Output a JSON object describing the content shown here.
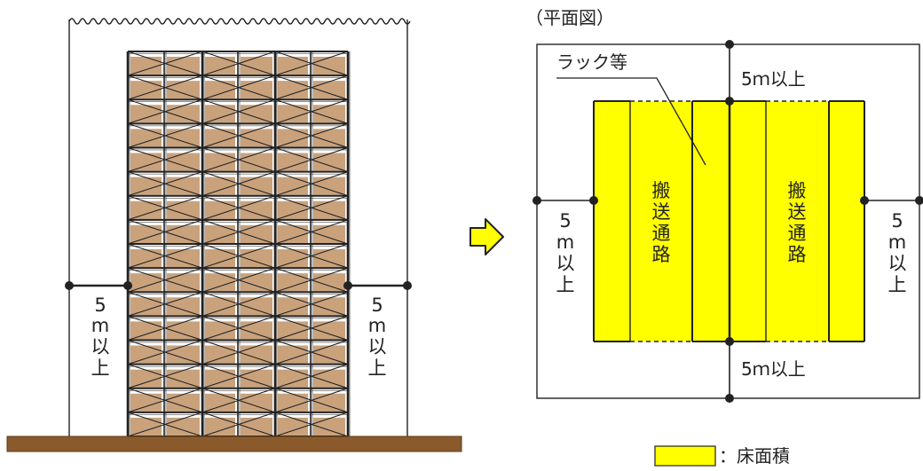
{
  "elevation": {
    "dim_left": [
      "5",
      "m",
      "以",
      "上"
    ],
    "dim_right": [
      "5",
      "m",
      "以",
      "上"
    ]
  },
  "plan": {
    "title": "（平面図）",
    "rack_label": "ラック等",
    "top_dim": "5ｍ以上",
    "bottom_dim": "5ｍ以上",
    "left_dim": [
      "5",
      "m",
      "以",
      "上"
    ],
    "right_dim": [
      "5",
      "m",
      "以",
      "上"
    ],
    "aisle_left": [
      "搬",
      "送",
      "通",
      "路"
    ],
    "aisle_right": [
      "搬",
      "送",
      "通",
      "路"
    ]
  },
  "legend": {
    "label": "：床面積"
  },
  "colors": {
    "floor_area": "#ffff00",
    "box": "#c9a27c",
    "ground": "#8a5a2c",
    "line": "#222222"
  },
  "icons": {
    "arrow": "right-arrow-icon"
  }
}
